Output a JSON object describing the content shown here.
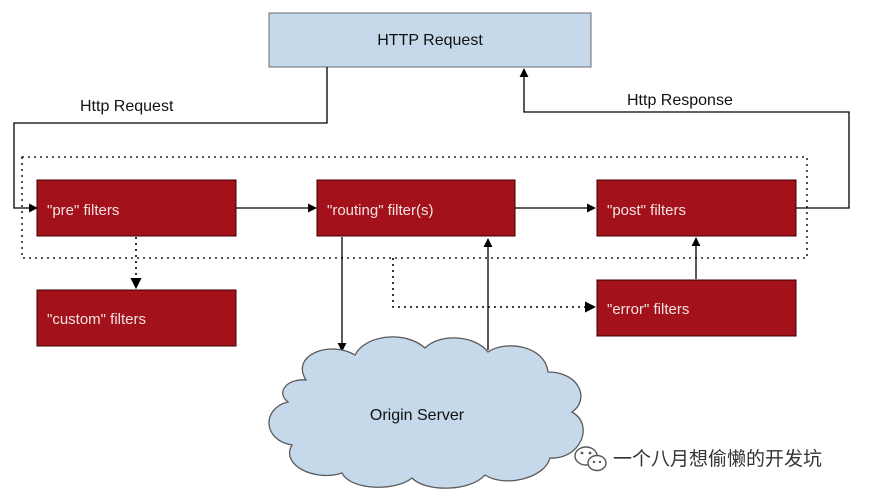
{
  "colors": {
    "filter_box": "#a3121b",
    "filter_border": "#3a0000",
    "request_box": "#c5d9ea",
    "cloud_fill": "#c5d9ea",
    "line": "#000000"
  },
  "nodes": {
    "http_request": "HTTP Request",
    "pre": "\"pre\" filters",
    "routing": "\"routing\" filter(s)",
    "post": "\"post\" filters",
    "custom": "\"custom\" filters",
    "error": "\"error\" filters",
    "origin": "Origin Server"
  },
  "edges": {
    "request_label": "Http Request",
    "response_label": "Http Response"
  },
  "watermark": {
    "text": "一个八月想偷懒的开发坑",
    "icon": "wechat-icon"
  }
}
